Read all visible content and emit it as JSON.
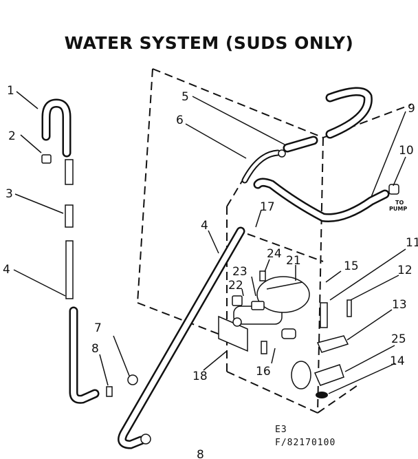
{
  "title": "WATER SYSTEM (SUDS ONLY)",
  "labels": {
    "p1": "1",
    "p2": "2",
    "p3": "3",
    "p4a": "4",
    "p4b": "4",
    "p5": "5",
    "p6": "6",
    "p7": "7",
    "p8a": "8",
    "p8b": "8",
    "p9": "9",
    "p10": "10",
    "p11": "11",
    "p12": "12",
    "p13": "13",
    "p14": "14",
    "p15": "15",
    "p16": "16",
    "p17": "17",
    "p18": "18",
    "p21": "21",
    "p22": "22",
    "p23": "23",
    "p24": "24",
    "p25": "25"
  },
  "to_pump_line1": "TO",
  "to_pump_line2": "PUMP",
  "code_line1": "E3",
  "code_line2": "F/82170100"
}
